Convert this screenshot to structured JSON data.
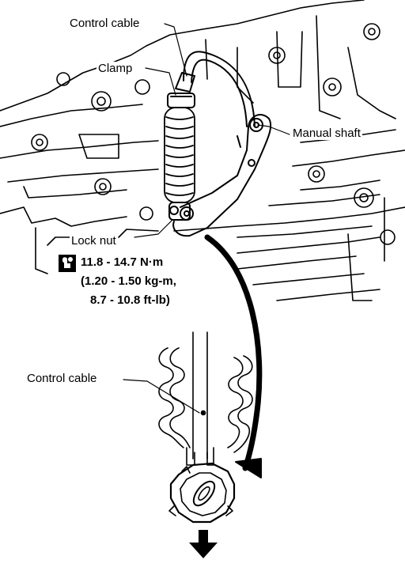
{
  "labels": {
    "control_cable_top": "Control cable",
    "clamp": "Clamp",
    "manual_shaft": "Manual shaft",
    "lock_nut": "Lock nut",
    "control_cable_bottom": "Control cable"
  },
  "torque": {
    "icon": "torque-wrench-icon",
    "line1": "11.8 - 14.7 N·m",
    "line2": "(1.20 - 1.50 kg-m,",
    "line3": "8.7 - 10.8 ft-lb)"
  },
  "colors": {
    "ink": "#000000",
    "paper": "#ffffff"
  }
}
